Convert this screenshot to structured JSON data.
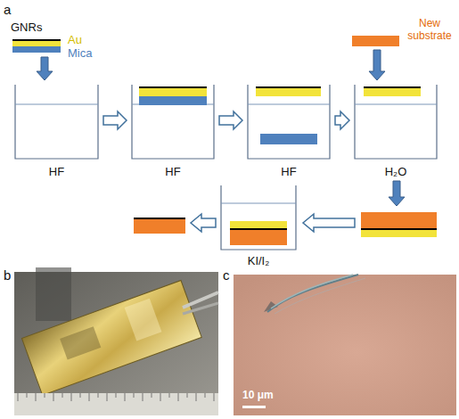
{
  "diagram": {
    "nodes": [
      {
        "text": [
          "HF"
        ]
      },
      {
        "text": [
          "HF"
        ]
      },
      {
        "text": [
          "HF"
        ]
      },
      {
        "text": [
          "H₂O"
        ]
      },
      {
        "text": [
          "KI/I₂"
        ]
      }
    ],
    "edges": [
      {
        "from": 0,
        "to": 1,
        "arrow": "to"
      },
      {
        "from": 1,
        "to": 2,
        "arrow": "to"
      },
      {
        "from": 2,
        "to": 3,
        "arrow": "to"
      }
    ],
    "labels": [
      "a",
      "GNRs",
      "Au",
      "Mica",
      "New substrate",
      "b",
      "c",
      "10 μm"
    ]
  }
}
